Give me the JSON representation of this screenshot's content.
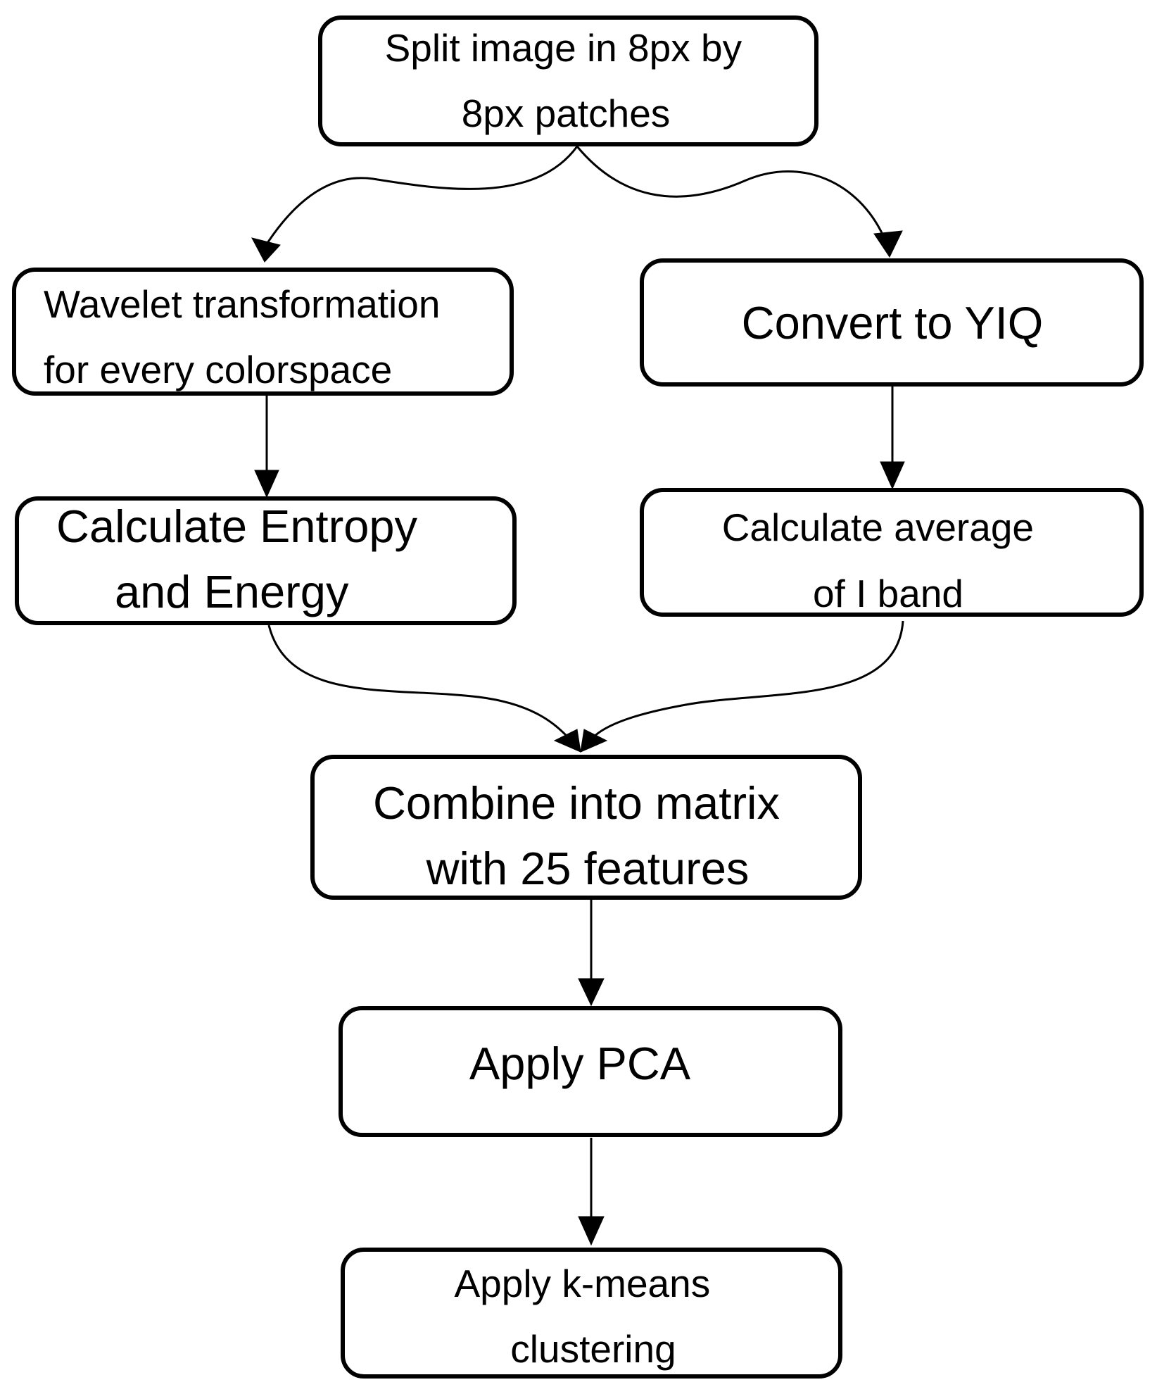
{
  "diagram": {
    "type": "flowchart",
    "nodes": [
      {
        "id": "split",
        "lines": [
          "Split image in 8px by",
          "8px patches"
        ]
      },
      {
        "id": "wavelet",
        "lines": [
          "Wavelet transformation",
          "for every colorspace"
        ]
      },
      {
        "id": "yiq",
        "lines": [
          "Convert to YIQ"
        ]
      },
      {
        "id": "entropy",
        "lines": [
          "Calculate Entropy",
          "and Energy"
        ]
      },
      {
        "id": "average",
        "lines": [
          "Calculate average",
          "of I band"
        ]
      },
      {
        "id": "combine",
        "lines": [
          "Combine into matrix",
          "with 25 features"
        ]
      },
      {
        "id": "pca",
        "lines": [
          "Apply PCA"
        ]
      },
      {
        "id": "kmeans",
        "lines": [
          "Apply k-means",
          "clustering"
        ]
      }
    ],
    "edges": [
      {
        "from": "split",
        "to": "wavelet"
      },
      {
        "from": "split",
        "to": "yiq"
      },
      {
        "from": "wavelet",
        "to": "entropy"
      },
      {
        "from": "yiq",
        "to": "average"
      },
      {
        "from": "entropy",
        "to": "combine"
      },
      {
        "from": "average",
        "to": "combine"
      },
      {
        "from": "combine",
        "to": "pca"
      },
      {
        "from": "pca",
        "to": "kmeans"
      }
    ],
    "colors": {
      "stroke": "#000000",
      "fill": "#ffffff",
      "text": "#000000"
    }
  }
}
